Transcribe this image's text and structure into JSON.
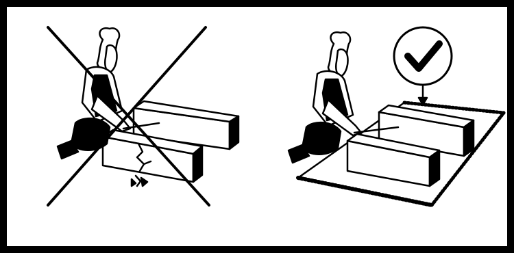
{
  "illustration": {
    "panels": [
      {
        "id": "incorrect",
        "meaning": "wrong",
        "mark_icon": "cross-out-icon",
        "surface": "bare-floor"
      },
      {
        "id": "correct",
        "meaning": "right",
        "mark_icon": "checkmark-icon",
        "surface": "protective-mat"
      }
    ],
    "colors": {
      "ink": "#000000",
      "paper": "#ffffff",
      "border": "#000000"
    }
  }
}
